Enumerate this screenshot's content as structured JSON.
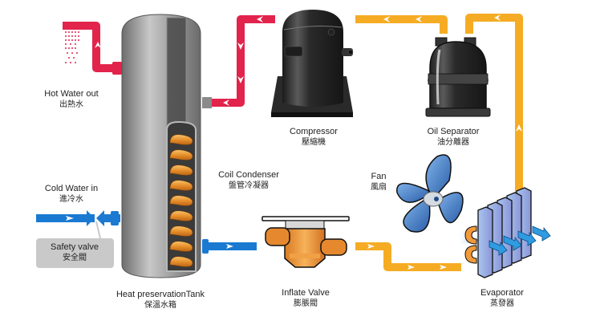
{
  "colors": {
    "hot_pipe": "#e2234c",
    "cold_pipe": "#1a7ad1",
    "refrigerant_pipe": "#f5ac24",
    "tank": "#9a9a9a",
    "coil": "#e8902c",
    "machine": "#2b2b2b",
    "fan": "#3c79c2",
    "evaporator": "#8fb6e8",
    "safety_box": "#c9c9c9"
  },
  "labels": {
    "hot_water_out": {
      "en": "Hot Water out",
      "zh": "出熱水"
    },
    "cold_water_in": {
      "en": "Cold Water in",
      "zh": "進冷水"
    },
    "safety_valve": {
      "en": "Safety valve",
      "zh": "安全閥"
    },
    "tank": {
      "en": "Heat preservationTank",
      "zh": "保溫水箱"
    },
    "coil_condenser": {
      "en": "Coil Condenser",
      "zh": "盤管冷凝器"
    },
    "compressor": {
      "en": "Compressor",
      "zh": "壓縮機"
    },
    "oil_separator": {
      "en": "Oil Separator",
      "zh": "油分離器"
    },
    "fan": {
      "en": "Fan",
      "zh": "風扇"
    },
    "inflate_valve": {
      "en": "Inflate  Valve",
      "zh": "膨脹閥"
    },
    "evaporator": {
      "en": "Evaporator",
      "zh": "蒸發器"
    }
  },
  "flow": [
    {
      "from": "Evaporator",
      "to": "Oil Separator",
      "medium": "refrigerant"
    },
    {
      "from": "Oil Separator",
      "to": "Compressor",
      "medium": "refrigerant"
    },
    {
      "from": "Compressor",
      "to": "Coil Condenser",
      "medium": "hot"
    },
    {
      "from": "Coil Condenser",
      "to": "Inflate Valve",
      "medium": "cold"
    },
    {
      "from": "Inflate Valve",
      "to": "Evaporator",
      "medium": "refrigerant"
    },
    {
      "from": "Cold Water in",
      "to": "Heat preservationTank",
      "medium": "cold"
    },
    {
      "from": "Heat preservationTank",
      "to": "Hot Water out",
      "medium": "hot"
    }
  ]
}
